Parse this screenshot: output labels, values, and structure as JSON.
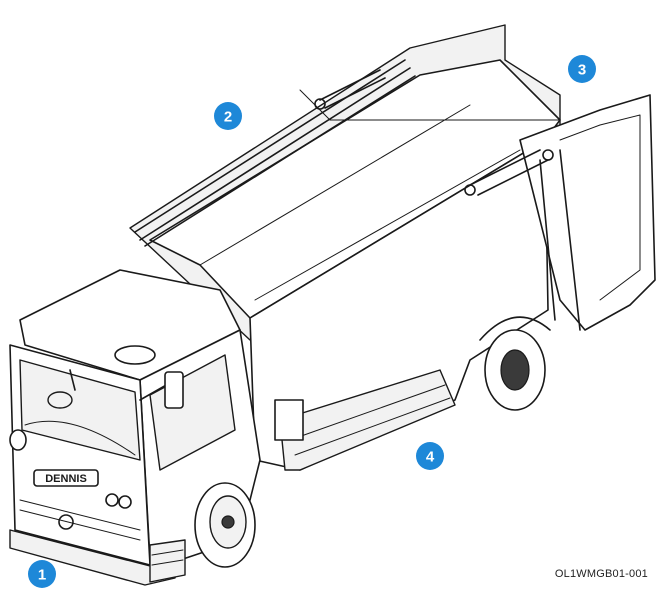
{
  "colors": {
    "badge": "#1e88d8",
    "badge_text": "#ffffff",
    "line": "#1a1a1a"
  },
  "callouts": [
    {
      "label": "1"
    },
    {
      "label": "2"
    },
    {
      "label": "3"
    },
    {
      "label": "4"
    }
  ],
  "cab_badge_text": "DENNIS",
  "reference_code": "OL1WMGB01-001"
}
